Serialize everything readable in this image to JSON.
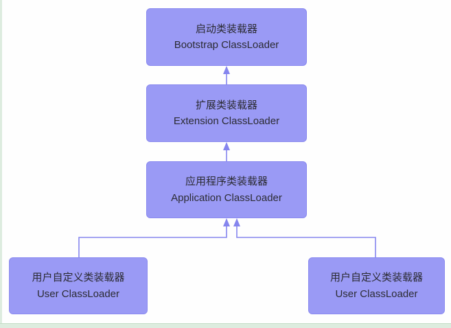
{
  "diagram": {
    "nodes": [
      {
        "id": "bootstrap",
        "cn": "启动类装载器",
        "en": "Bootstrap ClassLoader"
      },
      {
        "id": "extension",
        "cn": "扩展类装载器",
        "en": "Extension ClassLoader"
      },
      {
        "id": "application",
        "cn": "应用程序类装载器",
        "en": "Application ClassLoader"
      },
      {
        "id": "user-left",
        "cn": "用户自定义类装载器",
        "en": "User ClassLoader"
      },
      {
        "id": "user-right",
        "cn": "用户自定义类装载器",
        "en": "User ClassLoader"
      }
    ],
    "edges": [
      {
        "from": "extension",
        "to": "bootstrap"
      },
      {
        "from": "application",
        "to": "extension"
      },
      {
        "from": "user-left",
        "to": "application"
      },
      {
        "from": "user-right",
        "to": "application"
      }
    ],
    "colors": {
      "page_bg": "#fefefe",
      "node_fill": "#9a9af5",
      "node_border": "#8a8aef",
      "arrow": "#8585ee",
      "text": "#2b2b33",
      "frame_green": "#ddecdf",
      "frame_green_dark": "#c3ddc7"
    }
  }
}
